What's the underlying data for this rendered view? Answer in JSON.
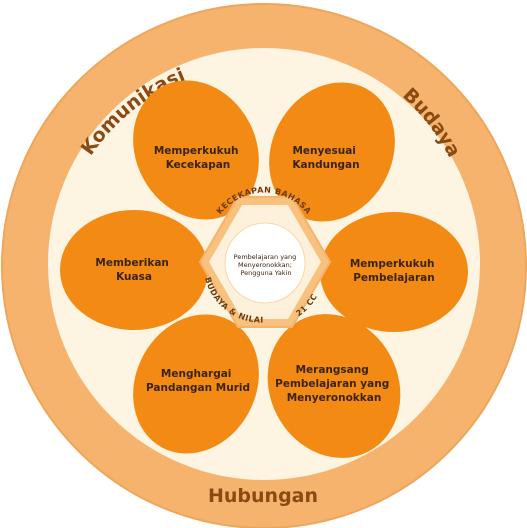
{
  "colors": {
    "outer_ring": "#f6b36e",
    "cream": "#fdf4e2",
    "petal": "#f28a14",
    "hex_outer": "#f8c27e",
    "hex_inner": "#fdf1dc",
    "center_circle": "#ffffff",
    "ring_text": "#8a4a12"
  },
  "ring_labels": {
    "left": "Komunikasi",
    "right": "Budaya",
    "bottom": "Hubungan"
  },
  "petals": [
    {
      "id": "top-left",
      "line1": "Memperkukuh",
      "line2": "Kecekapan",
      "line3": ""
    },
    {
      "id": "top-right",
      "line1": "Menyesuai",
      "line2": "Kandungan",
      "line3": ""
    },
    {
      "id": "right",
      "line1": "Memperkukuh",
      "line2": "Pembelajaran",
      "line3": ""
    },
    {
      "id": "bottom-right",
      "line1": "Merangsang",
      "line2": "Pembelajaran yang",
      "line3": "Menyeronokkan"
    },
    {
      "id": "bottom-left",
      "line1": "Menghargai",
      "line2": "Pandangan Murid",
      "line3": ""
    },
    {
      "id": "left",
      "line1": "Memberikan",
      "line2": "Kuasa",
      "line3": ""
    }
  ],
  "hexagon": {
    "top_label": "KECEKAPAN BAHASA",
    "bottom_left_label": "BUDAYA & NILAI",
    "bottom_right_label": "21 CC"
  },
  "center": {
    "line1": "Pembelajaran yang",
    "line2": "Menyeronokkan;",
    "line3": "Pengguna Yakin"
  }
}
